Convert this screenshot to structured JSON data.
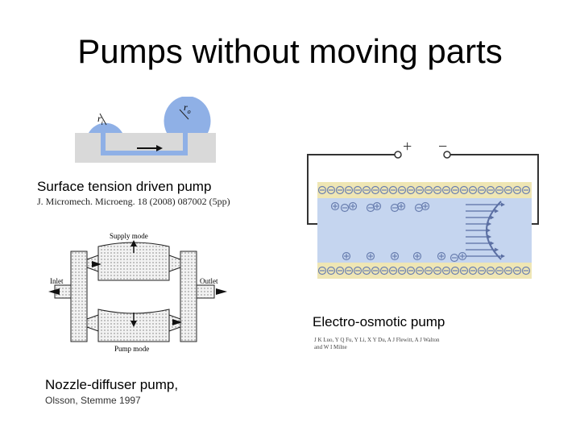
{
  "slide": {
    "title": "Pumps without moving parts"
  },
  "surface_tension": {
    "caption": "Surface tension driven pump",
    "reference": "J. Micromech. Microeng. 18 (2008) 087002 (5pp)",
    "label_ri": "r",
    "label_ri_sub": "i",
    "label_ro": "r",
    "label_ro_sub": "o",
    "colors": {
      "droplet": "#8fb0e6",
      "substrate": "#d9d9d9",
      "channel": "#b9cdf0"
    }
  },
  "nozzle_diffuser": {
    "caption": "Nozzle-diffuser pump,",
    "reference": "Olsson, Stemme 1997",
    "supply_mode": "Supply mode",
    "pump_mode": "Pump mode",
    "inlet": "Inlet",
    "outlet": "Outlet"
  },
  "electro_osmotic": {
    "caption": "Electro-osmotic pump",
    "reference_line1": "J K Luo, Y Q Fu, Y Li, X Y Du, A J Flewitt, A J Walton",
    "reference_line2": "and W I Milne",
    "plus": "+",
    "minus": "−",
    "colors": {
      "fluid": "#c5d5ef",
      "wall": "#efe6b4",
      "charge": "#6a7fb0"
    }
  }
}
